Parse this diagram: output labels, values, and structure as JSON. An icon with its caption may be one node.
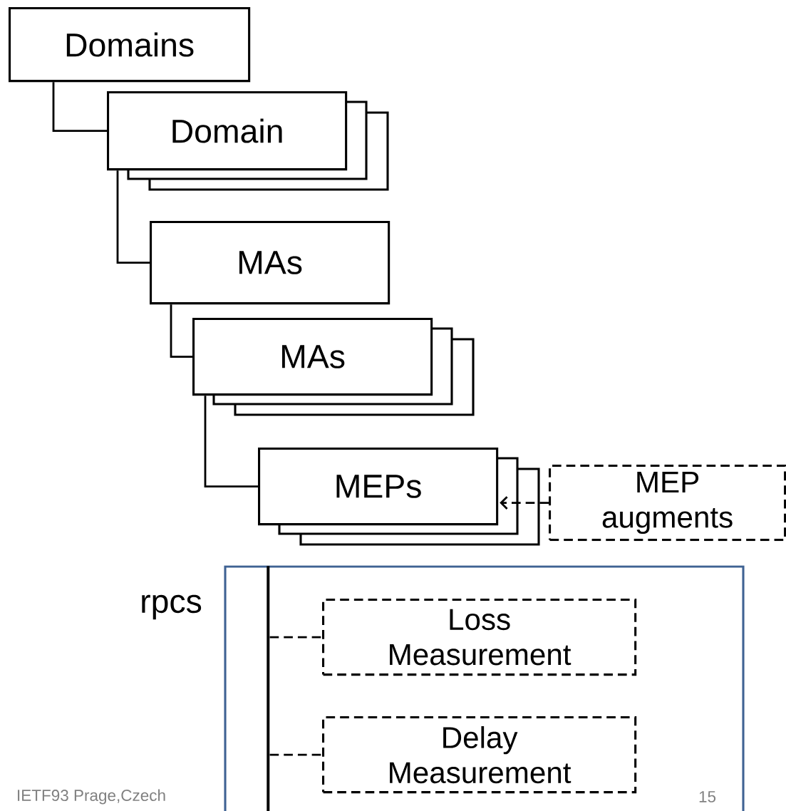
{
  "diagram": {
    "nodes": [
      {
        "text": [
          "Domains"
        ]
      },
      {
        "text": [
          "Domain"
        ]
      },
      {
        "text": [
          "MAs"
        ]
      },
      {
        "text": [
          "MAs"
        ]
      },
      {
        "text": [
          "MEPs"
        ]
      },
      {
        "text": [
          "MEP augments"
        ]
      },
      {
        "text": [
          "rpcs"
        ]
      },
      {
        "text": [],
        "shape": "bar",
        "in": 6
      },
      {
        "text": [
          "Loss Measurement"
        ],
        "in": 6
      },
      {
        "text": [
          "Delay Measurement"
        ],
        "in": 6
      }
    ],
    "edges": [
      {
        "from": 0,
        "to": 1,
        "arrow": "none"
      },
      {
        "from": 1,
        "to": 2,
        "arrow": "none"
      },
      {
        "from": 2,
        "to": 3,
        "arrow": "none"
      },
      {
        "from": 3,
        "to": 4,
        "arrow": "none"
      },
      {
        "from": 5,
        "to": 4,
        "arrow": "to",
        "style": "dashed"
      },
      {
        "from": 7,
        "to": 8,
        "arrow": "none",
        "style": "dashed"
      },
      {
        "from": 7,
        "to": 9,
        "arrow": "none",
        "style": "dashed"
      }
    ],
    "labels": [
      "IETF93 Prage,Czech",
      "15"
    ]
  }
}
